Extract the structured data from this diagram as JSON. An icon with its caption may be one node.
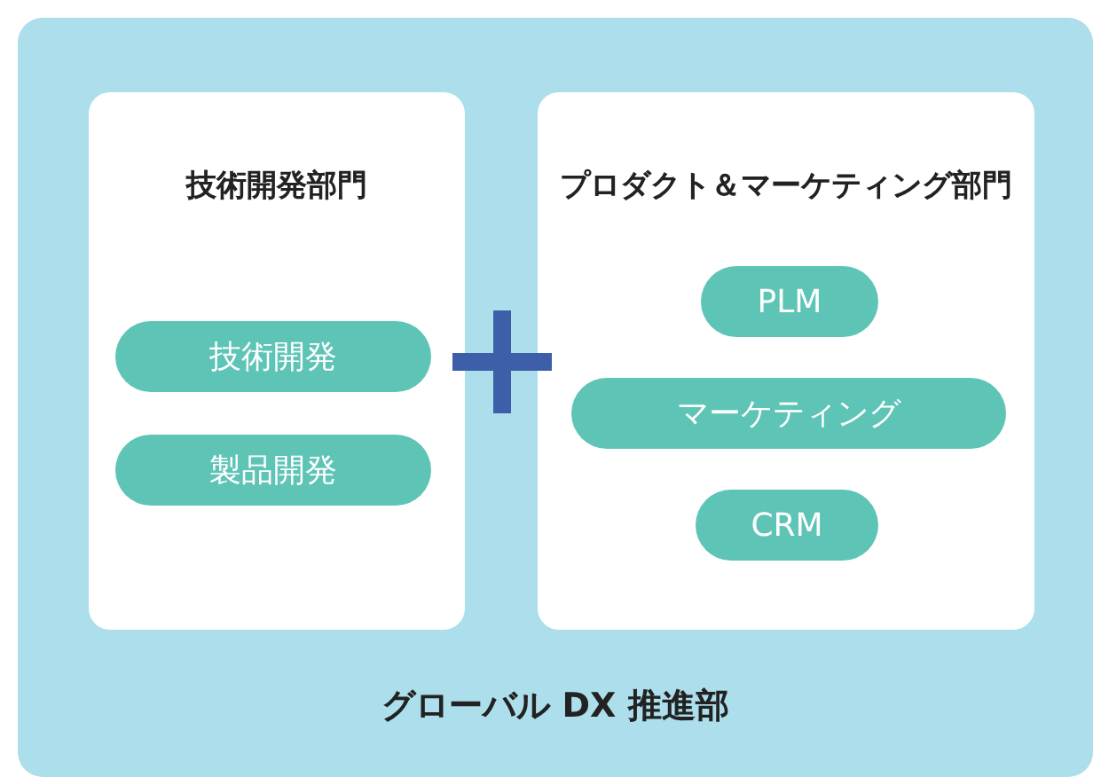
{
  "diagram": {
    "nodes": [
      {
        "text": [
          "グローバル DX 推進部"
        ]
      },
      {
        "text": [
          "技術開発部門"
        ],
        "in": 0
      },
      {
        "text": [
          "技術開発"
        ],
        "in": 1
      },
      {
        "text": [
          "製品開発"
        ],
        "in": 1
      },
      {
        "text": [
          "プロダクト＆マーケティング部門"
        ],
        "in": 0
      },
      {
        "text": [
          "PLM"
        ],
        "in": 4
      },
      {
        "text": [
          "マーケティング"
        ],
        "in": 4
      },
      {
        "text": [
          "CRM"
        ],
        "in": 4
      }
    ]
  }
}
